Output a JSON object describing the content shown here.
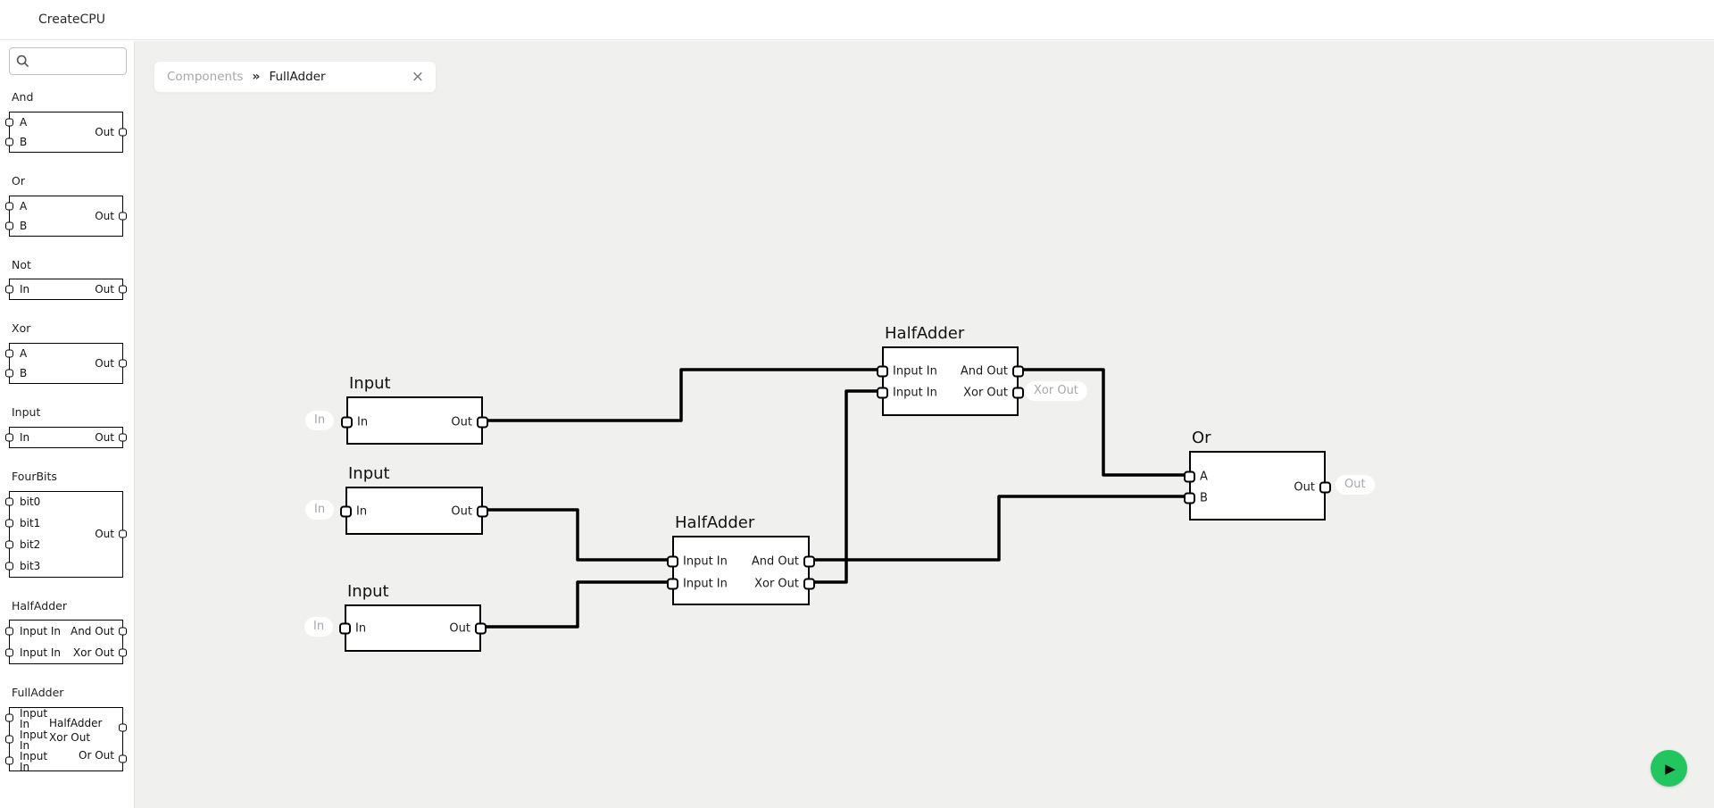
{
  "app": {
    "title": "CreateCPU"
  },
  "tab": {
    "root": "Components",
    "separator": "»",
    "current": "FullAdder",
    "close_glyph": "×"
  },
  "sidebar": {
    "search_placeholder": "",
    "items": [
      {
        "name": "And",
        "inputs": [
          "A",
          "B"
        ],
        "outputs": [
          "Out"
        ]
      },
      {
        "name": "Or",
        "inputs": [
          "A",
          "B"
        ],
        "outputs": [
          "Out"
        ]
      },
      {
        "name": "Not",
        "inputs": [
          "In"
        ],
        "outputs": [
          "Out"
        ]
      },
      {
        "name": "Xor",
        "inputs": [
          "A",
          "B"
        ],
        "outputs": [
          "Out"
        ]
      },
      {
        "name": "Input",
        "inputs": [
          "In"
        ],
        "outputs": [
          "Out"
        ]
      },
      {
        "name": "FourBits",
        "inputs": [
          "bit0",
          "bit1",
          "bit2",
          "bit3"
        ],
        "outputs": [
          "Out"
        ]
      },
      {
        "name": "HalfAdder",
        "inputs": [
          "Input In",
          "Input In"
        ],
        "outputs": [
          "And Out",
          "Xor Out"
        ]
      },
      {
        "name": "FullAdder",
        "inputs": [
          "Input In",
          "Input In",
          "Input In"
        ],
        "outputs": [
          "HalfAdder Xor Out",
          "Or Out"
        ]
      }
    ]
  },
  "canvas": {
    "nodes": [
      {
        "title": "Input",
        "inputs": [
          "In"
        ],
        "outputs": [
          "Out"
        ],
        "external_pin": "In"
      },
      {
        "title": "Input",
        "inputs": [
          "In"
        ],
        "outputs": [
          "Out"
        ],
        "external_pin": "In"
      },
      {
        "title": "Input",
        "inputs": [
          "In"
        ],
        "outputs": [
          "Out"
        ],
        "external_pin": "In"
      },
      {
        "title": "HalfAdder",
        "inputs": [
          "Input In",
          "Input In"
        ],
        "outputs": [
          "And Out",
          "Xor Out"
        ],
        "external_pin": "Xor Out"
      },
      {
        "title": "HalfAdder",
        "inputs": [
          "Input In",
          "Input In"
        ],
        "outputs": [
          "And Out",
          "Xor Out"
        ]
      },
      {
        "title": "Or",
        "inputs": [
          "A",
          "B"
        ],
        "outputs": [
          "Out"
        ],
        "external_pin": "Out"
      }
    ],
    "run_button": {
      "icon": "play-icon",
      "glyph": "▶"
    }
  },
  "colors": {
    "accent_green": "#22c55e",
    "canvas_bg": "#f0f0ee",
    "muted_text": "#a3a7ad"
  }
}
